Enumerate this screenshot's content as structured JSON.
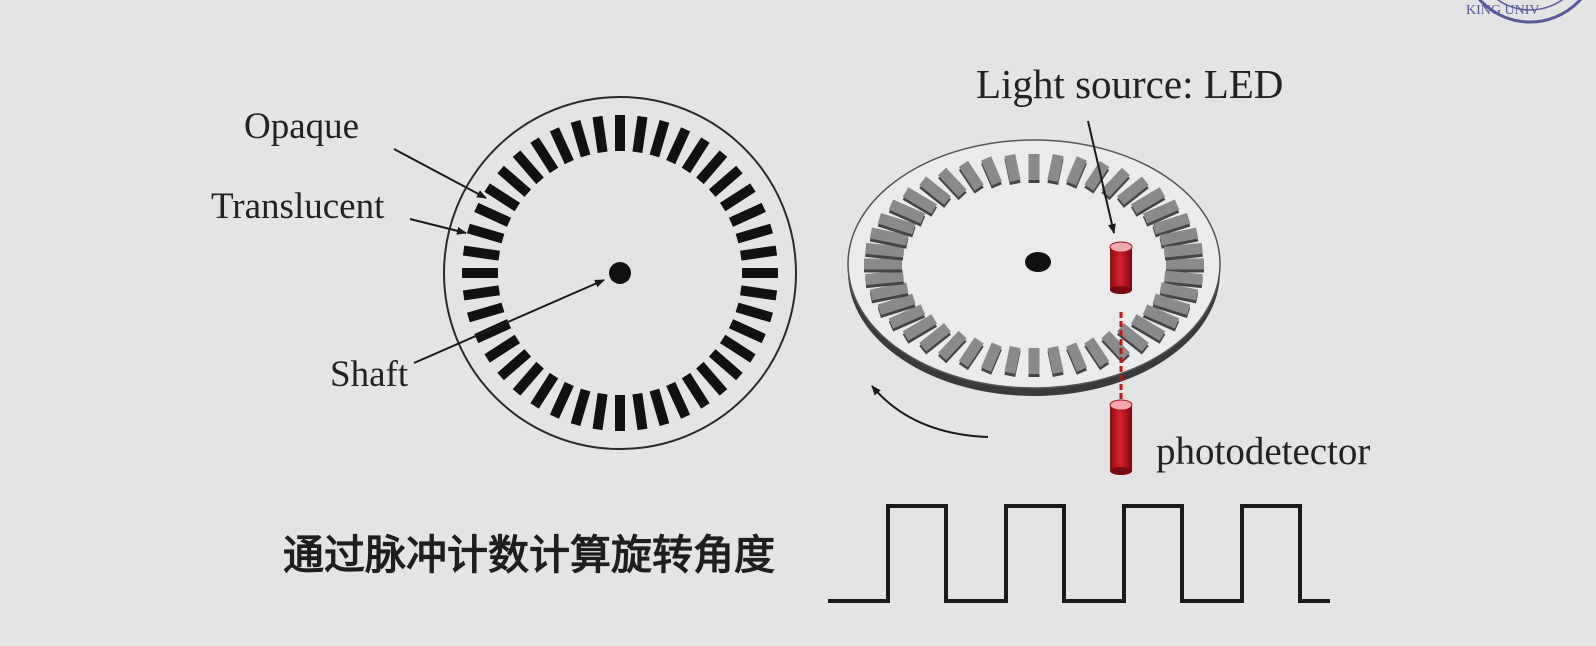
{
  "labels": {
    "opaque": "Opaque",
    "translucent": "Translucent",
    "shaft": "Shaft",
    "light_source": "Light source: LED",
    "photodetector": "photodetector"
  },
  "caption": "通过脉冲计数计算旋转角度",
  "logo": {
    "partial_text": "KING UNIV"
  },
  "disk": {
    "slot_count": 44
  },
  "signal": {
    "pulse_count": 4
  },
  "colors": {
    "background": "#e4e4e4",
    "ink": "#1a1a1a",
    "led_red": "#c8121d",
    "logo_blue": "#5a5a9a"
  }
}
